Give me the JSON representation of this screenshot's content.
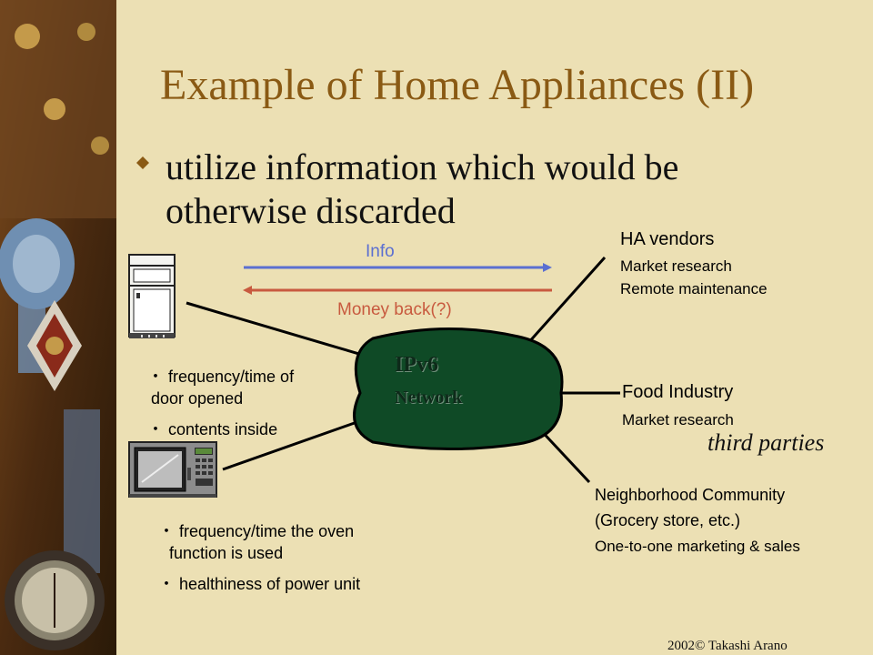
{
  "slide": {
    "title": "Example of Home Appliances (II)",
    "bullet": "utilize information which would be otherwise discarded"
  },
  "arrows": {
    "info_label": "Info",
    "money_label": "Money back(?)"
  },
  "network": {
    "line1": "IPv6",
    "line2": "Network"
  },
  "fridge_notes": [
    "・ frequency/time of",
    "door opened",
    "・ contents inside"
  ],
  "oven_notes": [
    "・ frequency/time the oven",
    "function is used",
    "・ healthiness of power unit"
  ],
  "parties": {
    "ha_vendors": {
      "title": "HA vendors",
      "lines": [
        "Market research",
        "Remote maintenance"
      ]
    },
    "food": {
      "title": "Food Industry",
      "lines": [
        "Market research"
      ]
    },
    "neighborhood": {
      "title": "Neighborhood Community",
      "lines": [
        "(Grocery store, etc.)",
        "One-to-one marketing & sales"
      ]
    }
  },
  "third_parties": "third parties",
  "credit": "2002© Takashi Arano",
  "colors": {
    "background": "#ece0b4",
    "title": "#8a5a14",
    "info_arrow": "#5b6fd1",
    "money_arrow": "#c85a3f",
    "network": "#0f4a26"
  }
}
